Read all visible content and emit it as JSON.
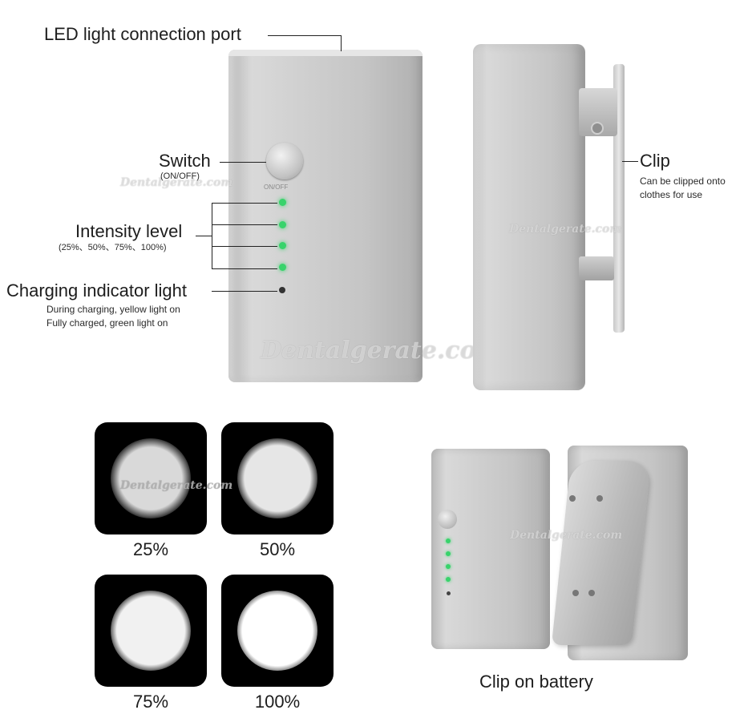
{
  "labels": {
    "port": "LED light connection port",
    "switch": "Switch",
    "switch_sub": "(ON/OFF)",
    "switch_device": "ON/OFF",
    "intensity": "Intensity level",
    "intensity_sub": "(25%、50%、75%、100%)",
    "charging": "Charging indicator light",
    "charging_line1": "During charging, yellow light on",
    "charging_line2": "Fully charged, green light on",
    "clip": "Clip",
    "clip_line1": "Can be clipped onto",
    "clip_line2": "clothes for use",
    "clip_on_battery": "Clip on battery"
  },
  "intensity_levels": [
    "25%",
    "50%",
    "75%",
    "100%"
  ],
  "watermark": "Dentalgerate.com",
  "colors": {
    "led": "#38d36b",
    "metal": "#c9c9c9",
    "tile": "#000000"
  }
}
